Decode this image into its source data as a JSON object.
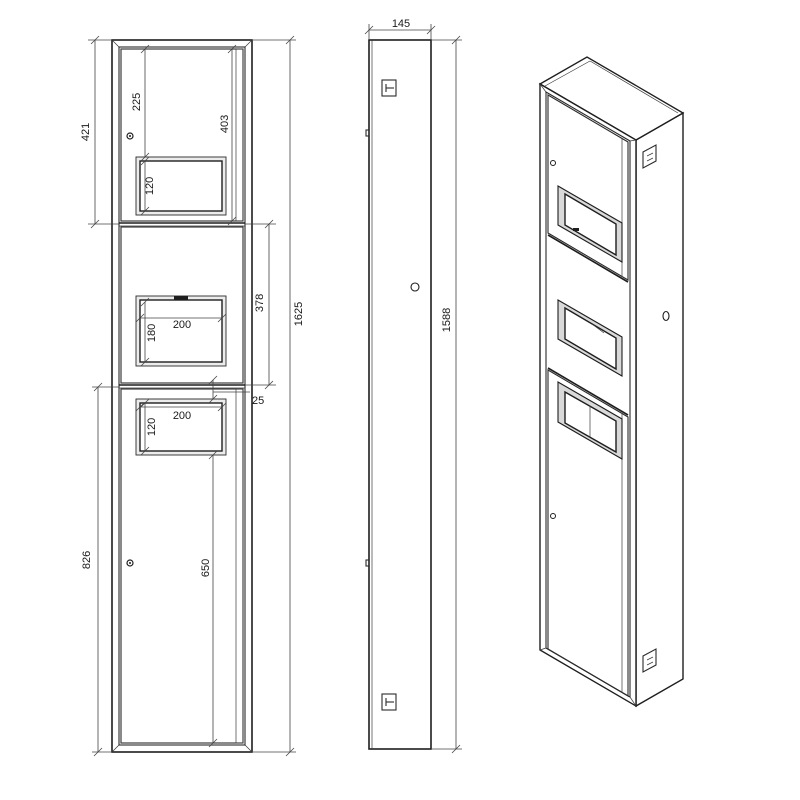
{
  "dimensions": {
    "front_upper_section_height": "421",
    "front_upper_opening_top": "225",
    "front_upper_inner_height": "403",
    "front_upper_slot_height": "120",
    "front_middle_section_height": "378",
    "front_middle_opening_height": "180",
    "front_middle_opening_width": "200",
    "front_overall_height": "1625",
    "front_lower_slot_offset": "25",
    "front_lower_slot_height": "120",
    "front_lower_slot_width": "200",
    "front_lower_door_height": "650",
    "front_lower_section_height": "826",
    "side_depth": "145",
    "side_body_height": "1588"
  },
  "colors": {
    "line": "#1e1e1e",
    "shade": "#d9d9d9",
    "background": "#ffffff"
  }
}
